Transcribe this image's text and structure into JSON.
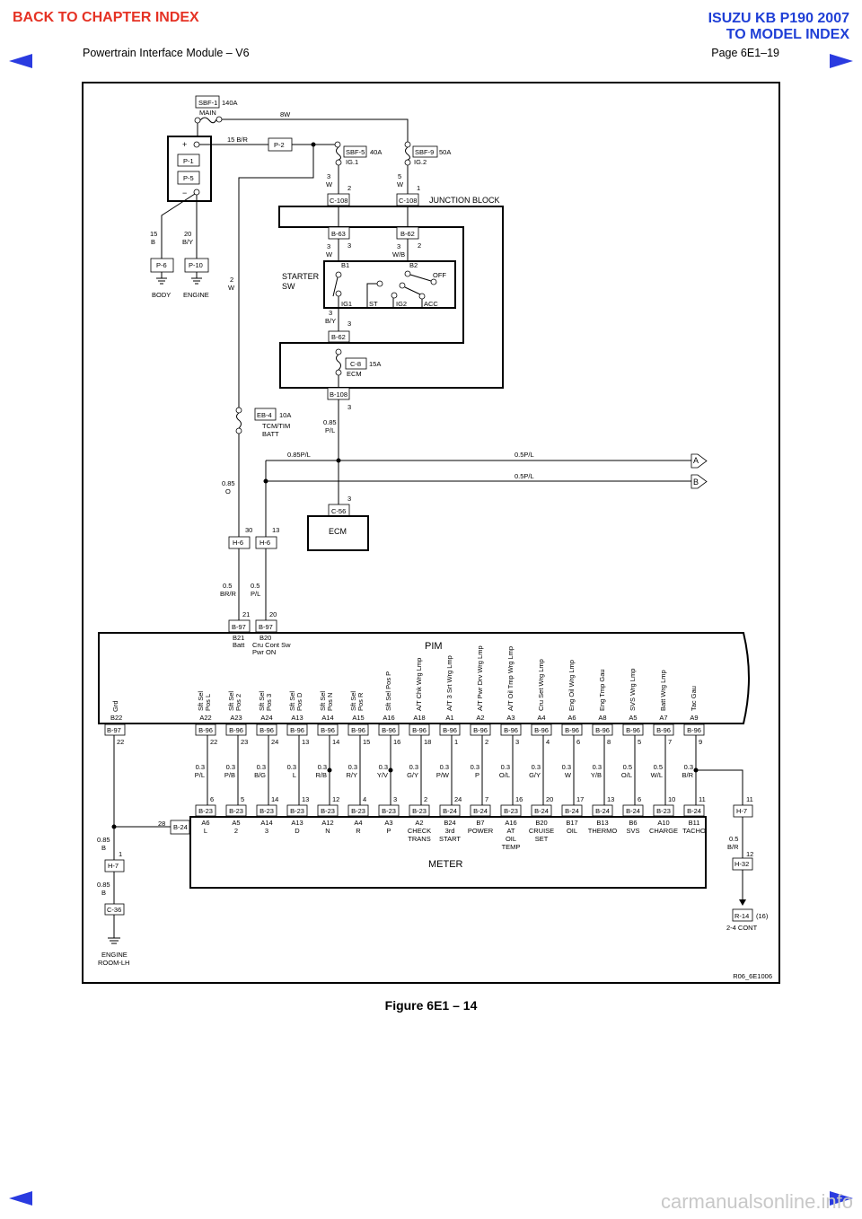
{
  "header": {
    "back_link": "BACK TO CHAPTER INDEX",
    "model_title": "ISUZU KB P190 2007",
    "model_link": "TO MODEL INDEX",
    "section": "Powertrain Interface Module – V6",
    "page": "Page 6E1–19"
  },
  "colors": {
    "red": "#e53224",
    "blue": "#1f3fd6",
    "arrow": "#2a3be0"
  },
  "figure": {
    "caption": "Figure 6E1 – 14",
    "ref": "R06_6E1006"
  },
  "watermark": "carmanualsonline.info",
  "top": {
    "sbf1": "SBF-1",
    "sbf1_amp": "140A",
    "main": "MAIN",
    "w8": "8W",
    "plus": "+",
    "minus": "−",
    "p1": "P-1",
    "p5": "P-5",
    "b15br": "15 B/R",
    "p2": "P-2",
    "sbf5": "SBF-5",
    "sbf5_amp": "40A",
    "ig1": "IG.1",
    "sbf9": "SBF-9",
    "sbf9_amp": "50A",
    "ig2": "IG.2",
    "w3a": "3",
    "w3b": "W",
    "pin2": "2",
    "w5a": "5",
    "w5b": "W",
    "pin1": "1",
    "c108": "C-108",
    "jb": "JUNCTION BLOCK",
    "b63": "B-63",
    "b62": "B-62",
    "w3c": "3",
    "w3d": "W",
    "pin3a": "3",
    "wb3": "3",
    "wb": "W/B",
    "pin2b": "2",
    "starter1": "STARTER",
    "starter2": "SW",
    "b1": "B1",
    "b2": "B2",
    "off": "OFF",
    "ig1c": "IG1",
    "st": "ST",
    "ig2c": "IG2",
    "acc": "ACC",
    "by3": "3",
    "by": "B/Y",
    "pin3b": "3",
    "b62b": "B-62",
    "c8": "C-8",
    "c8_amp": "15A",
    "ecm_f": "ECM",
    "b108": "B-108",
    "pin3c": "3",
    "pl085": "0.85",
    "pl": "P/L",
    "g15": "15",
    "gB": "B",
    "g20": "20",
    "gBY": "B/Y",
    "p6": "P-6",
    "p10": "P-10",
    "body": "BODY",
    "engine": "ENGINE",
    "w2a": "2",
    "w2b": "W",
    "eb4": "EB-4",
    "eb4_amp": "10A",
    "tcm": "TCM/TIM",
    "batt": "BATT",
    "o085": "0.85",
    "o": "O",
    "pl085b": "0.85P/L",
    "pl05a": "0.5P/L",
    "pl05b": "0.5P/L",
    "conn_a": "A",
    "conn_b": "B",
    "pin3d": "3",
    "c56": "C-56",
    "ecm": "ECM",
    "pin30": "30",
    "pin13": "13",
    "h6": "H-6",
    "h6b": "H-6",
    "brr05": "0.5",
    "brr": "BR/R",
    "pl05c": "0.5",
    "plc": "P/L",
    "pin21": "21",
    "pin20": "20",
    "b97a": "B-97",
    "b97b": "B-97",
    "b21": "B21",
    "battlbl": "Batt",
    "b20": "B20",
    "cru1": "Cru Cont Sw",
    "cru2": "Pwr ON",
    "pim": "PIM"
  },
  "left": {
    "grd": "Grd",
    "b22": "B22",
    "b97": "B-97",
    "pin22": "22",
    "pin28": "28",
    "b24": "B-24",
    "w085a": "0.85",
    "wBa": "B",
    "pin1": "1",
    "h7": "H-7",
    "w085b": "0.85",
    "wBb": "B",
    "c36": "C-36",
    "eng1": "ENGINE",
    "eng2": "ROOM-LH"
  },
  "right": {
    "pin11": "11",
    "h7": "H-7",
    "w05": "0.5",
    "wbr": "B/R",
    "pin12": "12",
    "h32": "H-32",
    "r14": "R-14",
    "r14pin": "(16)",
    "cont": "2-4 CONT"
  },
  "meter": {
    "title": "METER"
  },
  "columns": [
    {
      "pim": [
        "Sft Sel",
        "Pos L"
      ],
      "pim_pin": "A22",
      "top_conn": "B-96",
      "top_pin": "22",
      "wire": [
        "0.3",
        "P/L"
      ],
      "bot_pin": "6",
      "bot_conn": "B-23",
      "meter": [
        "A6",
        "L"
      ]
    },
    {
      "pim": [
        "Sft Sel",
        "Pos 2"
      ],
      "pim_pin": "A23",
      "top_conn": "B-96",
      "top_pin": "23",
      "wire": [
        "0.3",
        "P/B"
      ],
      "bot_pin": "5",
      "bot_conn": "B-23",
      "meter": [
        "A5",
        "2"
      ]
    },
    {
      "pim": [
        "Sft Sel",
        "Pos 3"
      ],
      "pim_pin": "A24",
      "top_conn": "B-96",
      "top_pin": "24",
      "wire": [
        "0.3",
        "B/G"
      ],
      "bot_pin": "14",
      "bot_conn": "B-23",
      "meter": [
        "A14",
        "3"
      ]
    },
    {
      "pim": [
        "Sft Sel",
        "Pos D"
      ],
      "pim_pin": "A13",
      "top_conn": "B-96",
      "top_pin": "13",
      "wire": [
        "0.3",
        "L"
      ],
      "bot_pin": "13",
      "bot_conn": "B-23",
      "meter": [
        "A13",
        "D"
      ]
    },
    {
      "pim": [
        "Sft Sel",
        "Pos N"
      ],
      "pim_pin": "A14",
      "top_conn": "B-96",
      "top_pin": "14",
      "wire": [
        "0.3",
        "R/B"
      ],
      "bot_pin": "12",
      "bot_conn": "B-23",
      "meter": [
        "A12",
        "N"
      ],
      "dot": true
    },
    {
      "pim": [
        "Sft Sel",
        "Pos R"
      ],
      "pim_pin": "A15",
      "top_conn": "B-96",
      "top_pin": "15",
      "wire": [
        "0.3",
        "R/Y"
      ],
      "bot_pin": "4",
      "bot_conn": "B-23",
      "meter": [
        "A4",
        "R"
      ]
    },
    {
      "pim": [
        "Sft Sel Pos P"
      ],
      "pim_pin": "A16",
      "top_conn": "B-96",
      "top_pin": "16",
      "wire": [
        "0.3",
        "Y/V"
      ],
      "bot_pin": "3",
      "bot_conn": "B-23",
      "meter": [
        "A3",
        "P"
      ],
      "dot": true
    },
    {
      "pim": [
        "A/T Chk Wrg Lmp"
      ],
      "pim_pin": "A18",
      "top_conn": "B-96",
      "top_pin": "18",
      "wire": [
        "0.3",
        "G/Y"
      ],
      "bot_pin": "2",
      "bot_conn": "B-23",
      "meter": [
        "A2",
        "CHECK",
        "TRANS"
      ]
    },
    {
      "pim": [
        "A/T 3 Srt Wrg Lmp"
      ],
      "pim_pin": "A1",
      "top_conn": "B-96",
      "top_pin": "1",
      "wire": [
        "0.3",
        "P/W"
      ],
      "bot_pin": "24",
      "bot_conn": "B-24",
      "meter": [
        "B24",
        "3rd",
        "START"
      ]
    },
    {
      "pim": [
        "A/T Pwr Drv Wrg Lmp"
      ],
      "pim_pin": "A2",
      "top_conn": "B-96",
      "top_pin": "2",
      "wire": [
        "0.3",
        "P"
      ],
      "bot_pin": "7",
      "bot_conn": "B-24",
      "meter": [
        "B7",
        "POWER"
      ]
    },
    {
      "pim": [
        "A/T Oil Tmp Wrg Lmp"
      ],
      "pim_pin": "A3",
      "top_conn": "B-96",
      "top_pin": "3",
      "wire": [
        "0.3",
        "O/L"
      ],
      "bot_pin": "16",
      "bot_conn": "B-23",
      "meter": [
        "A16",
        "AT",
        "OIL",
        "TEMP"
      ]
    },
    {
      "pim": [
        "Cru Set Wrg Lmp"
      ],
      "pim_pin": "A4",
      "top_conn": "B-96",
      "top_pin": "4",
      "wire": [
        "0.3",
        "G/Y"
      ],
      "bot_pin": "20",
      "bot_conn": "B-24",
      "meter": [
        "B20",
        "CRUISE",
        "SET"
      ]
    },
    {
      "pim": [
        "Eng Oil Wrg Lmp"
      ],
      "pim_pin": "A6",
      "top_conn": "B-96",
      "top_pin": "6",
      "wire": [
        "0.3",
        "W"
      ],
      "bot_pin": "17",
      "bot_conn": "B-24",
      "meter": [
        "B17",
        "OIL"
      ]
    },
    {
      "pim": [
        "Eng Tmp Gau"
      ],
      "pim_pin": "A8",
      "top_conn": "B-96",
      "top_pin": "8",
      "wire": [
        "0.3",
        "Y/B"
      ],
      "bot_pin": "13",
      "bot_conn": "B-24",
      "meter": [
        "B13",
        "THERMO"
      ]
    },
    {
      "pim": [
        "SVS Wrg Lmp"
      ],
      "pim_pin": "A5",
      "top_conn": "B-96",
      "top_pin": "5",
      "wire": [
        "0.5",
        "O/L"
      ],
      "bot_pin": "6",
      "bot_conn": "B-24",
      "meter": [
        "B6",
        "SVS"
      ]
    },
    {
      "pim": [
        "Batt Wrg Lmp"
      ],
      "pim_pin": "A7",
      "top_conn": "B-96",
      "top_pin": "7",
      "wire": [
        "0.5",
        "W/L"
      ],
      "bot_pin": "10",
      "bot_conn": "B-23",
      "meter": [
        "A10",
        "CHARGE"
      ]
    },
    {
      "pim": [
        "Tac Gau"
      ],
      "pim_pin": "A9",
      "top_conn": "B-96",
      "top_pin": "9",
      "wire": [
        "0.3",
        "B/R"
      ],
      "bot_pin": "11",
      "bot_conn": "B-24",
      "meter": [
        "B11",
        "TACHO"
      ],
      "dot": true
    }
  ]
}
